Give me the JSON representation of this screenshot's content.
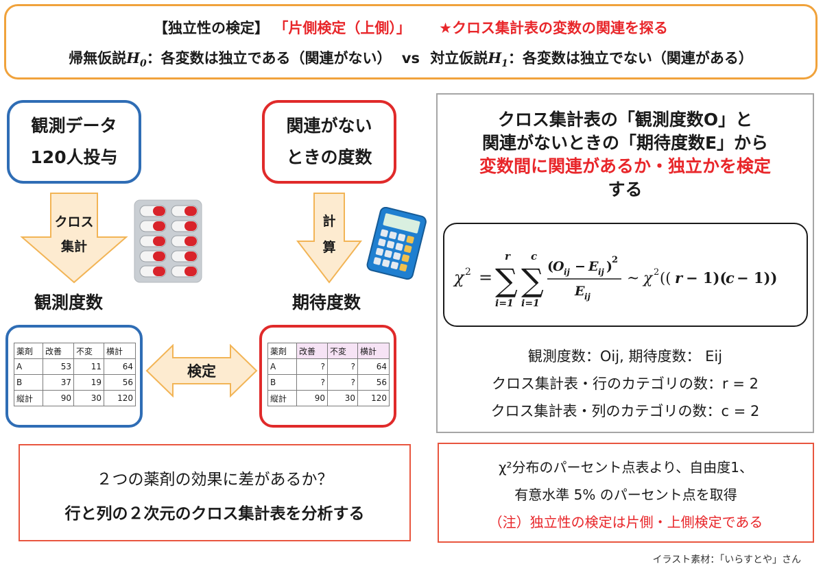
{
  "header": {
    "title_part1": "【独立性の検定】",
    "title_part2": "「片側検定（上側）」",
    "title_part3": "★クロス集計表の変数の関連を探る",
    "h0_label": "帰無仮説",
    "h0_text": "：各変数は独立である（関連がない）",
    "vs": "vs",
    "h1_label": "対立仮説",
    "h1_text": "：各変数は独立でない（関連がある）"
  },
  "observed_box": {
    "line1": "観測データ",
    "line2": "120人投与"
  },
  "expected_box": {
    "line1": "関連がない",
    "line2": "ときの度数"
  },
  "arrow_left_label": [
    "クロス",
    "集計"
  ],
  "arrow_right_label": [
    "計",
    "算"
  ],
  "observed_title": "観測度数",
  "expected_title": "期待度数",
  "test_label": "検定",
  "observed_table": {
    "header": [
      "薬剤",
      "改善",
      "不変",
      "横計"
    ],
    "rows": [
      [
        "A",
        "53",
        "11",
        "64"
      ],
      [
        "B",
        "37",
        "19",
        "56"
      ],
      [
        "縦計",
        "90",
        "30",
        "120"
      ]
    ]
  },
  "expected_table": {
    "header": [
      "薬剤",
      "改善",
      "不変",
      "横計"
    ],
    "rows": [
      [
        "A",
        "?",
        "?",
        "64"
      ],
      [
        "B",
        "?",
        "?",
        "56"
      ],
      [
        "縦計",
        "90",
        "30",
        "120"
      ]
    ]
  },
  "right_panel": {
    "line1": "クロス集計表の「観測度数O」と",
    "line2": "関連がないときの「期待度数E」から",
    "line3": "変数間に関連があるか・独立かを検定",
    "line4": "する",
    "def1": "観測度数：Oij,  期待度数： Eij",
    "def2": "クロス集計表・行のカテゴリの数：r = 2",
    "def3": "クロス集計表・列のカテゴリの数：c = 2"
  },
  "bottom_left": {
    "line1": "２つの薬剤の効果に差があるか？",
    "line2": "行と列の２次元のクロス集計表を分析する"
  },
  "bottom_right": {
    "line1": "χ²分布のパーセント点表より、自由度1、",
    "line2": "有意水準 5% のパーセント点を取得",
    "line3": "（注）独立性の検定は片側・上側検定である"
  },
  "credit": "イラスト素材：「いらすとや」さん",
  "colors": {
    "header_border": "#f0a23b",
    "observed_blue": "#2f6db5",
    "expected_red": "#e02a2a",
    "emphasis_red": "#e8262a",
    "arrow_fill": "#fdebd0",
    "arrow_stroke": "#f2b455",
    "pink_cell": "#f6e3f5"
  }
}
